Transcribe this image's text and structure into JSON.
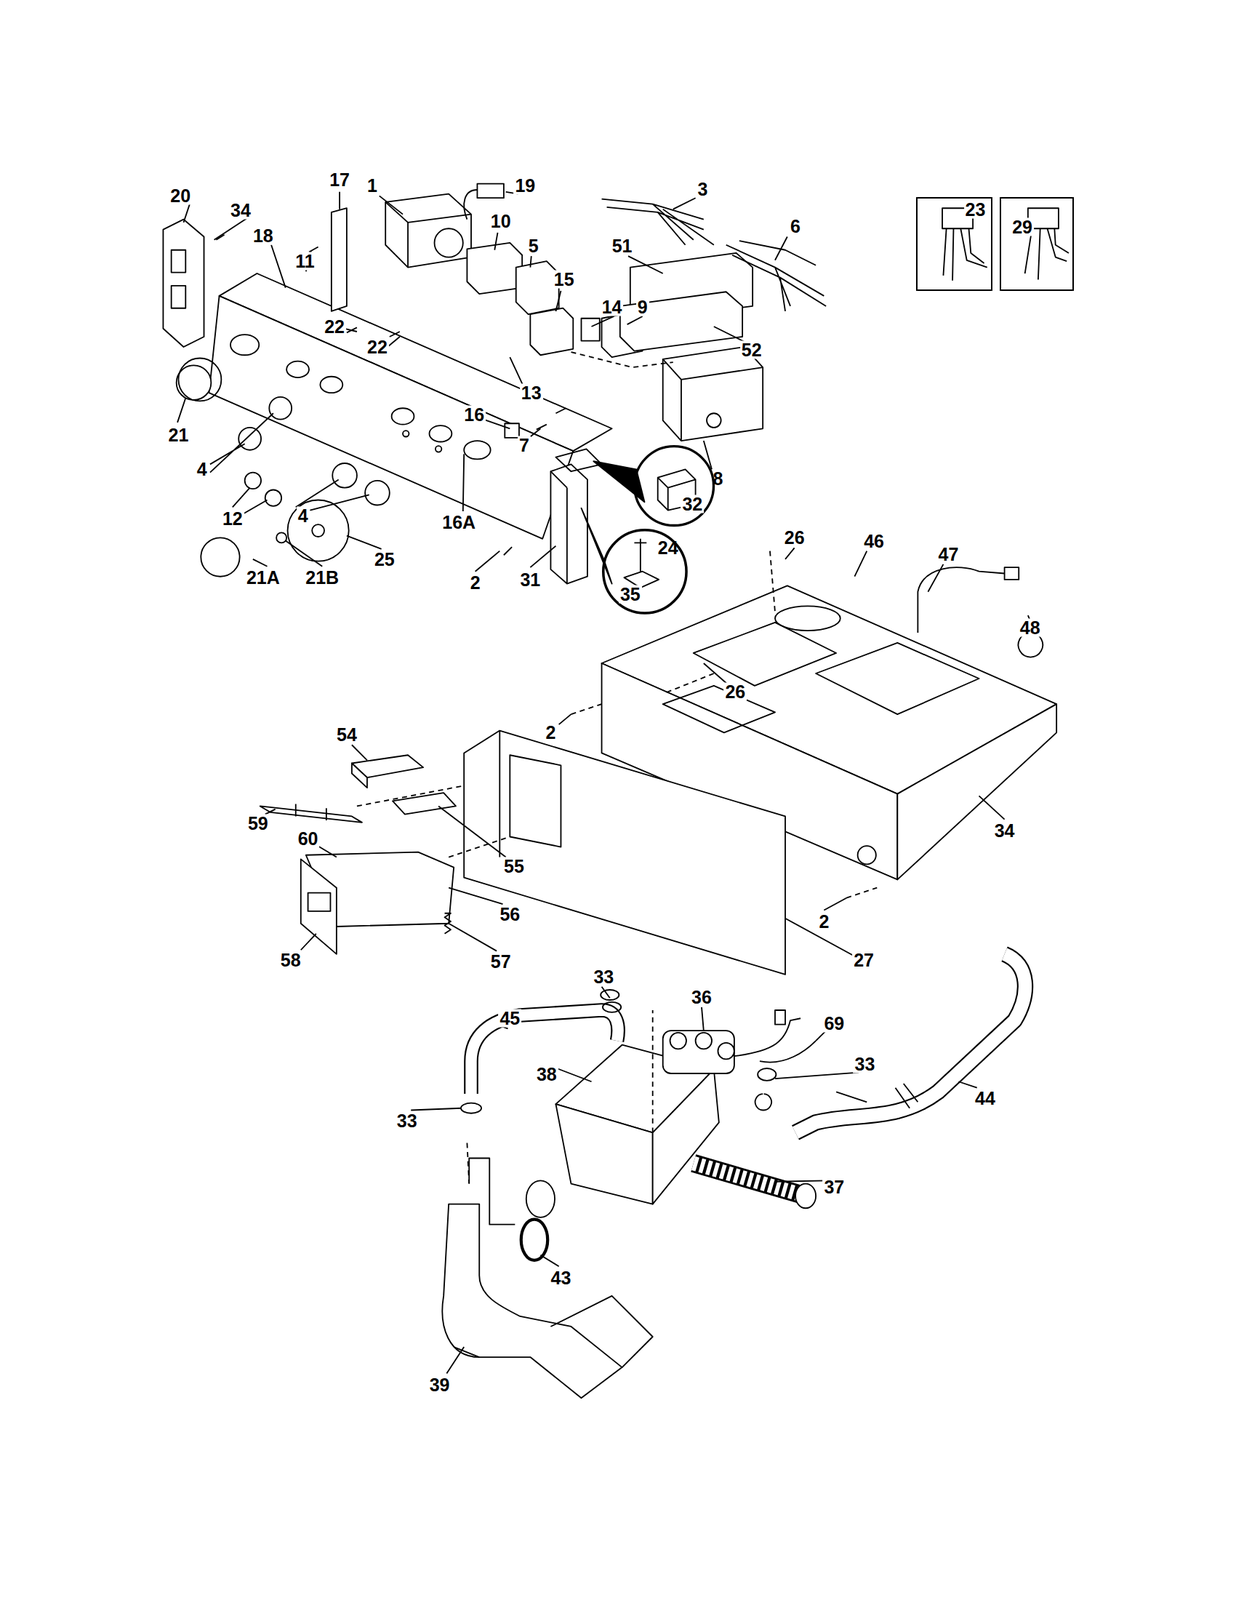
{
  "diagram": {
    "nodes": [
      {
        "text": [
          "23"
        ]
      },
      {
        "text": [
          "29"
        ]
      },
      {
        "text": [
          "32"
        ]
      },
      {
        "text": [
          "35"
        ]
      }
    ],
    "labels": [
      "20",
      "34",
      "18",
      "17",
      "1",
      "19",
      "3",
      "6",
      "51",
      "11",
      "10",
      "5",
      "15",
      "14",
      "9",
      "52",
      "22",
      "22",
      "13",
      "16",
      "7",
      "21",
      "4",
      "8",
      "12",
      "4",
      "16A",
      "21A",
      "21B",
      "25",
      "2",
      "31",
      "24",
      "26",
      "46",
      "47",
      "48",
      "26",
      "2",
      "54",
      "34",
      "59",
      "60",
      "55",
      "56",
      "2",
      "58",
      "57",
      "27",
      "33",
      "36",
      "45",
      "69",
      "33",
      "38",
      "44",
      "33",
      "37",
      "43",
      "39"
    ]
  }
}
